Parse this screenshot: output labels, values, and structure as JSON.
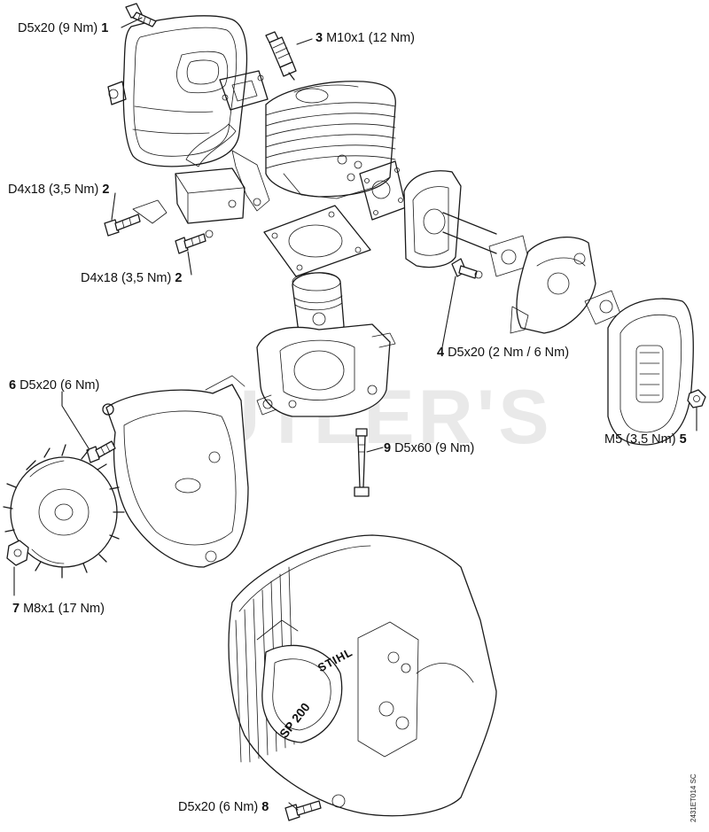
{
  "watermark": "CUTLER'S",
  "doc_number": "2431ET014 SC",
  "cover_brand": "STIHL",
  "cover_model": "SP 200",
  "callouts": [
    {
      "num": "1",
      "spec": "D5x20 (9 Nm)"
    },
    {
      "num": "2",
      "spec": "D4x18 (3,5 Nm)"
    },
    {
      "num": "2",
      "spec": "D4x18 (3,5 Nm)"
    },
    {
      "num": "3",
      "spec": "M10x1 (12 Nm)"
    },
    {
      "num": "4",
      "spec": "D5x20 (2 Nm / 6 Nm)"
    },
    {
      "num": "5",
      "spec": "M5 (3,5 Nm)"
    },
    {
      "num": "6",
      "spec": "D5x20 (6 Nm)"
    },
    {
      "num": "7",
      "spec": "M8x1 (17 Nm)"
    },
    {
      "num": "8",
      "spec": "D5x20 (6 Nm)"
    },
    {
      "num": "9",
      "spec": "D5x60 (9 Nm)"
    }
  ]
}
